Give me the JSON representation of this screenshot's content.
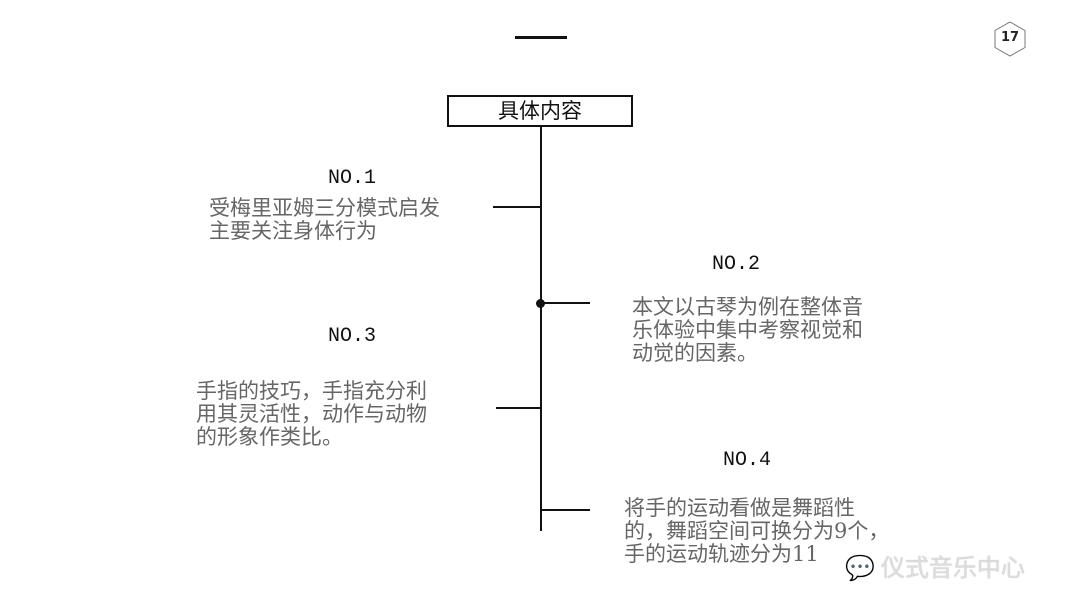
{
  "page_number": "17",
  "title": "具体内容",
  "items": [
    {
      "label": "NO.1",
      "text": "受梅里亚姆三分模式启发\n主要关注身体行为"
    },
    {
      "label": "NO.2",
      "text": "本文以古琴为例在整体音\n乐体验中集中考察视觉和\n动觉的因素。"
    },
    {
      "label": "NO.3",
      "text": "手指的技巧，手指充分利\n用其灵活性，动作与动物\n的形象作类比。"
    },
    {
      "label": "NO.4",
      "text": "将手的运动看做是舞蹈性\n的，舞蹈空间可换分为9个，\n手的运动轨迹分为11"
    }
  ],
  "watermark": "仪式音乐中心"
}
